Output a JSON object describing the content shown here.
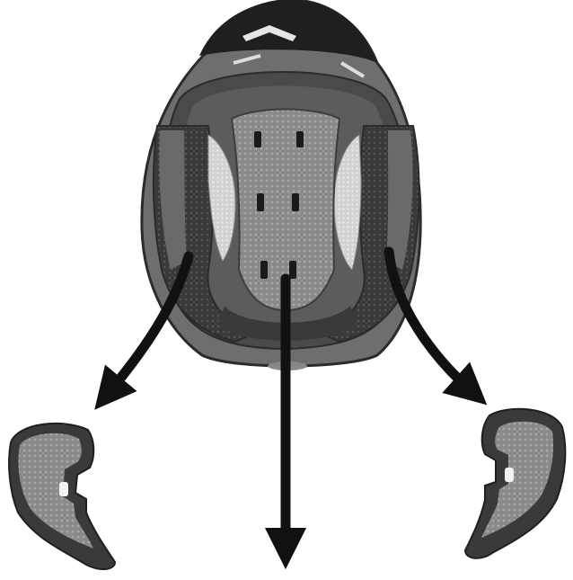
{
  "figure": {
    "description_shown": false,
    "components": [
      {
        "id": "helmet",
        "icon": "helmet-underside-illustration"
      },
      {
        "id": "left-cheek-pad",
        "icon": "cheek-pad-illustration"
      },
      {
        "id": "right-cheek-pad",
        "icon": "cheek-pad-illustration"
      },
      {
        "id": "crown-liner-arrow",
        "icon": "arrow-down-icon"
      }
    ],
    "colors": {
      "shell_dark": "#2b2b2b",
      "shell_mid": "#6e6e6e",
      "shell_light": "#9a9a9a",
      "padding_dark": "#3d3d3d",
      "padding_grey": "#7c7c7c",
      "mesh_light": "#c9c9c9",
      "arrow": "#111111"
    }
  }
}
